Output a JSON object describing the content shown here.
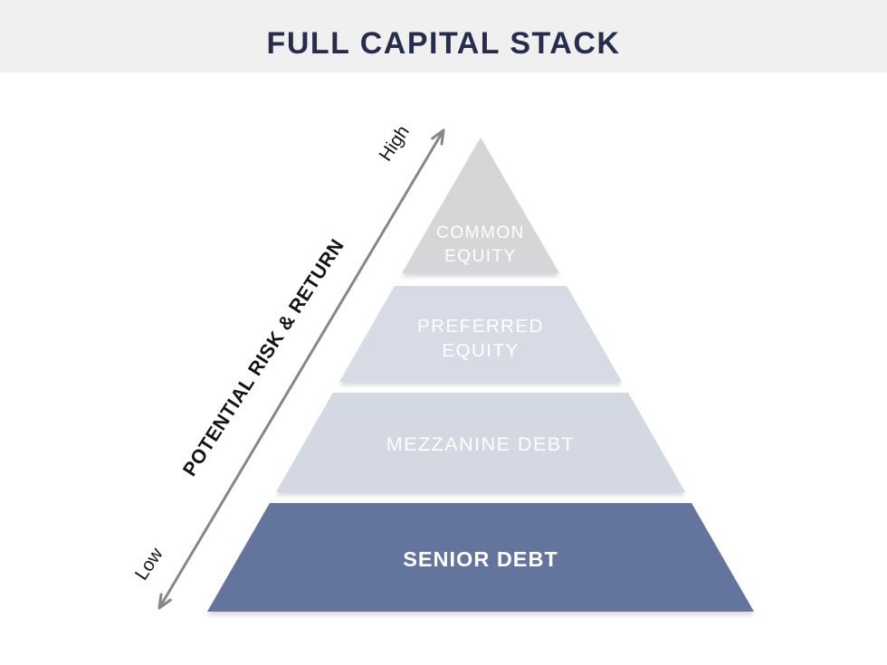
{
  "header": {
    "title": "FULL CAPITAL STACK",
    "band_color": "#f0f0f0",
    "title_color": "#272e4d"
  },
  "risk_axis": {
    "label": "POTENTIAL RISK & RETURN",
    "high": "High",
    "low": "Low",
    "arrow_color": "#85878a",
    "text_color": "#141414"
  },
  "pyramid": {
    "label_color": "#ffffff",
    "layers": [
      {
        "name": "common-equity",
        "lines": [
          "COMMON",
          "EQUITY"
        ],
        "fill": "#d5d6d8"
      },
      {
        "name": "preferred-equity",
        "lines": [
          "PREFERRED",
          "EQUITY"
        ],
        "fill": "#d6dbe5"
      },
      {
        "name": "mezzanine-debt",
        "lines": [
          "MEZZANINE DEBT"
        ],
        "fill": "#d3d8e3"
      },
      {
        "name": "senior-debt",
        "lines": [
          "SENIOR DEBT"
        ],
        "fill": "#64749d"
      }
    ]
  }
}
